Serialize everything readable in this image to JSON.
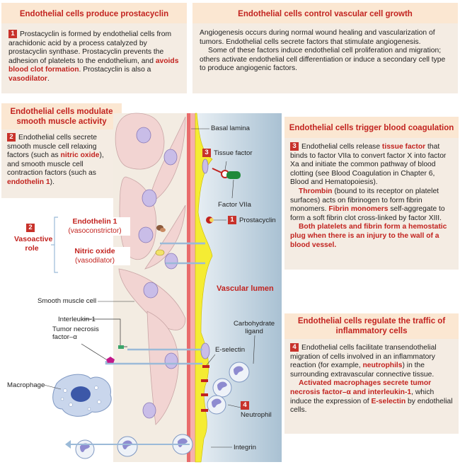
{
  "prostacyclin_panel": {
    "title": "Endothelial cells produce prostacyclin",
    "num": "1",
    "t1": "Prostacyclin is formed by endothelial cells from arachidonic acid by a process catalyzed by prostacyclin synthase. Prostacyclin prevents the adhesion of platelets to the endothelium, and ",
    "t2": "avoids blood clot formation",
    "t3": ". Prostacyclin is also a ",
    "t4": "vasodilator",
    "t5": "."
  },
  "growth_panel": {
    "title": "Endothelial cells control vascular cell growth",
    "p1": "Angiogenesis occurs during normal wound healing and vascularization of tumors. Endothelial cells secrete factors that stimulate angiogenesis.",
    "p2": "Some of these factors induce endothelial cell proliferation and migration; others activate endothelial cell differentiation or induce a secondary cell type to produce angiogenic factors."
  },
  "smooth_panel": {
    "title": "Endothelial cells modulate smooth muscle activity",
    "num": "2",
    "t1": "Endothelial cells secrete smooth muscle cell relaxing factors (such as ",
    "t2": "nitric oxide",
    "t3": "), and smooth muscle cell contraction factors (such as ",
    "t4": "endothelin 1",
    "t5": ")."
  },
  "coag_panel": {
    "title": "Endothelial cells trigger blood coagulation",
    "num": "3",
    "t1": "Endothelial cells release ",
    "t2": "tissue factor",
    "t3": " that binds to factor VIIa to convert factor X into factor Xa and initiate the common pathway of blood clotting (see Blood Coagulation in Chapter 6, Blood and Hematopoiesis).",
    "t4": "Thrombin",
    "t5": " (bound to its receptor on platelet surfaces) acts on fibrinogen to form fibrin monomers. ",
    "t6": "Fibrin monomers",
    "t7": " self-aggregate to form a soft fibrin clot cross-linked by factor XIII.",
    "t8": "Both platelets and fibrin form a hemostatic plug when there is an injury to the wall of a blood vessel."
  },
  "traffic_panel": {
    "title": "Endothelial cells regulate the traffic of inflammatory cells",
    "num": "4",
    "t1": "Endothelial cells facilitate transendothelial migration of cells involved in an inflammatory reaction (for example, ",
    "t2": "neutrophils",
    "t3": ") in the surrounding extravascular connective tissue.",
    "t4": "Activated macrophages secrete tumor necrosis factor–α and interleukin-1",
    "t5": ", which induce the expression of ",
    "t6": "E-selectin",
    "t7": " by endothelial cells."
  },
  "vasoactive": {
    "num": "2",
    "role": "Vasoactive role",
    "endothelin": "Endothelin 1",
    "endothelin_sub": "(vasoconstrictor)",
    "no": "Nitric oxide",
    "no_sub": "(vasodilator)"
  },
  "labels": {
    "basal_lamina": "Basal lamina",
    "tissue_factor_num": "3",
    "tissue_factor": "Tissue factor",
    "factor_viia": "Factor VIIa",
    "prostacyclin_num": "1",
    "prostacyclin": "Prostacyclin",
    "smooth_muscle_cell": "Smooth muscle cell",
    "vascular_lumen": "Vascular lumen",
    "interleukin": "Interleukin-1",
    "tnf1": "Tumor necrosis",
    "tnf2": "factor–α",
    "carb1": "Carbohydrate",
    "carb2": "ligand",
    "e_selectin": "E-selectin",
    "macrophage": "Macrophage",
    "neutrophil_num": "4",
    "neutrophil": "Neutrophil",
    "integrin": "Integrin"
  },
  "colors": {
    "accent_red": "#c2231f",
    "panel_bg": "#f4ece3",
    "header_bg": "#fbe7d2",
    "endothelium": "#f5ec33",
    "lumen": "#c9d8e4"
  }
}
